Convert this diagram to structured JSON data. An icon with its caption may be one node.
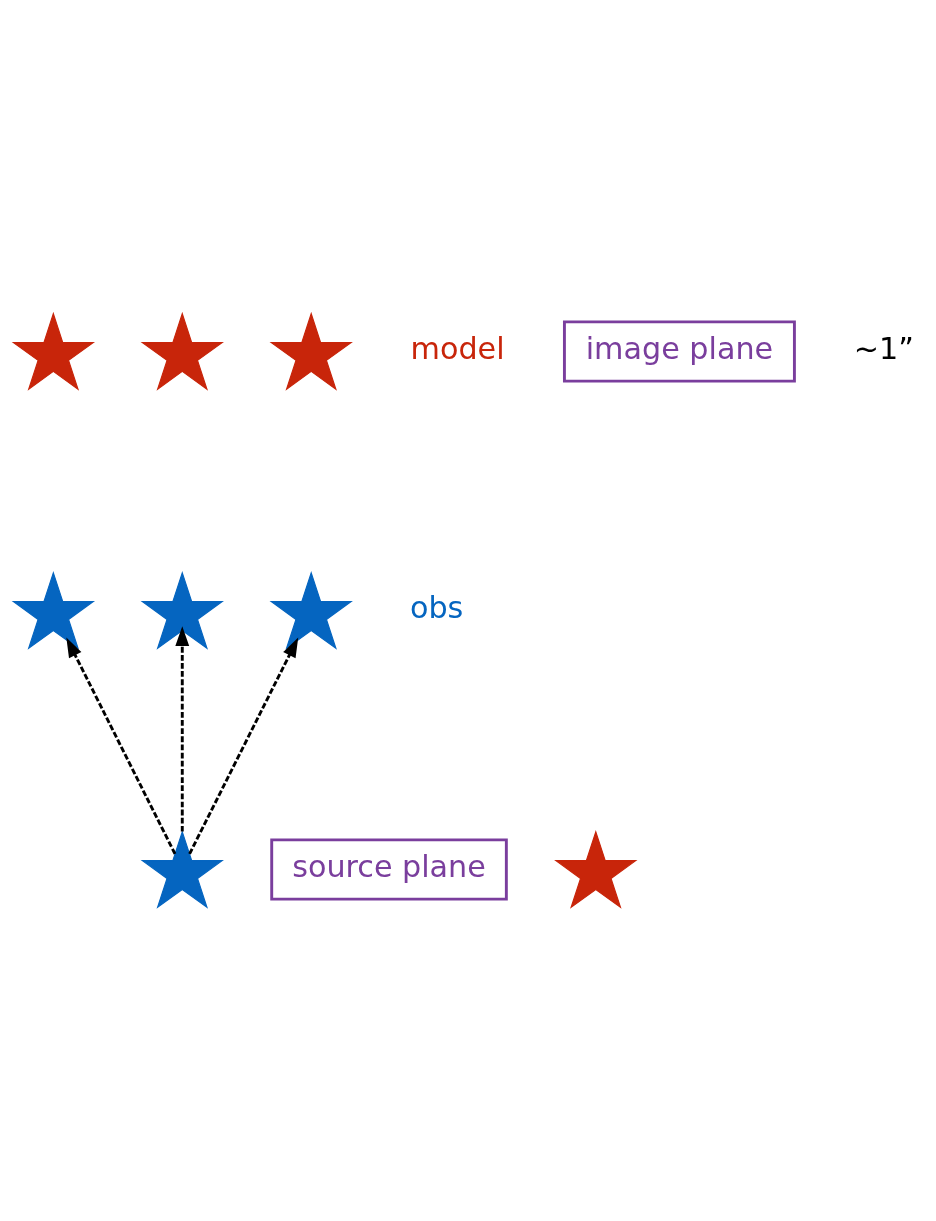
{
  "diagram": {
    "nodes": [
      {
        "text": [],
        "shape": "star"
      },
      {
        "text": [],
        "shape": "star"
      },
      {
        "text": [
          "image plane"
        ]
      },
      {
        "text": [],
        "shape": "star"
      },
      {
        "text": [],
        "shape": "star"
      },
      {
        "text": [],
        "shape": "star"
      },
      {
        "text": [],
        "shape": "star"
      },
      {
        "text": [
          "source plane"
        ]
      },
      {
        "text": [],
        "shape": "star"
      },
      {
        "text": [],
        "shape": "star"
      }
    ],
    "edges": [
      {
        "from": 8,
        "to": 1,
        "arrow": "to",
        "style": "dashed"
      },
      {
        "from": 8,
        "to": 4,
        "arrow": "to",
        "style": "dashed"
      },
      {
        "from": 8,
        "to": 6,
        "arrow": "to",
        "style": "dashed"
      }
    ],
    "labels": [
      "~1”",
      "model",
      "obs"
    ]
  }
}
